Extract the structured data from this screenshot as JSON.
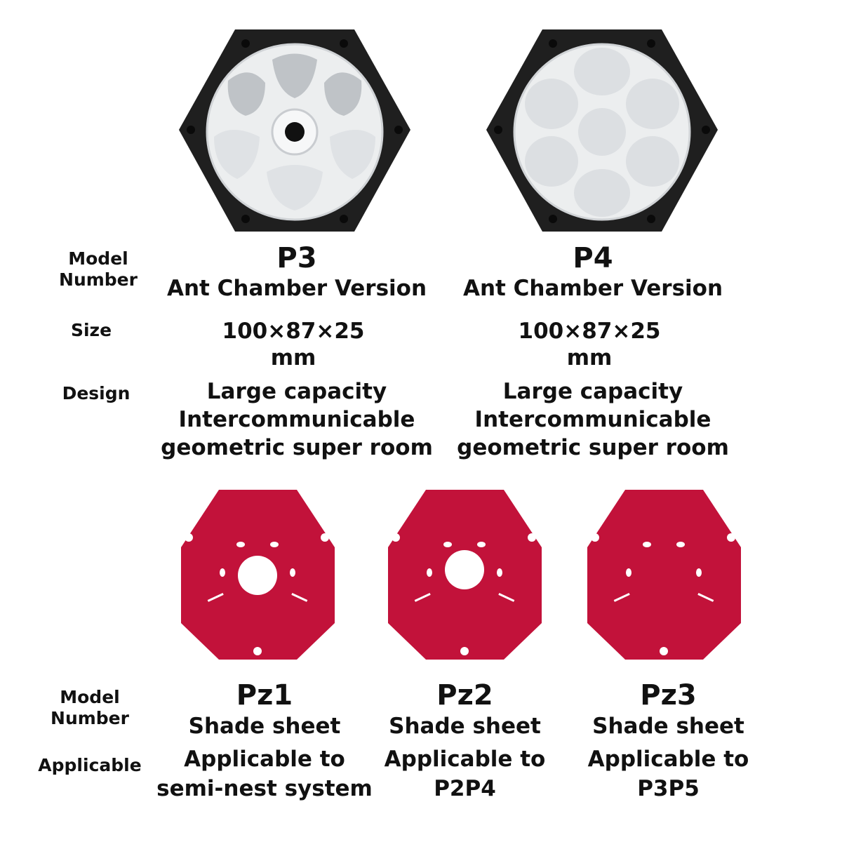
{
  "colors": {
    "housing": "#1f1f1f",
    "tray": "#eceeef",
    "chamber": "#d9dcdf",
    "sheet": "#c2123a",
    "text": "#111111"
  },
  "top": {
    "labels": {
      "model_line1": "Model",
      "model_line2": "Number",
      "size": "Size",
      "design": "Design"
    },
    "products": [
      {
        "image_icon": "hexagon-nest-p3-photo",
        "model": "P3",
        "version": "Ant Chamber Version",
        "size_line1": "100×87×25",
        "size_line2": "mm",
        "design_line1": "Large capacity",
        "design_line2": "Intercommunicable",
        "design_line3": "geometric super room"
      },
      {
        "image_icon": "hexagon-nest-p4-photo",
        "model": "P4",
        "version": "Ant Chamber Version",
        "size_line1": "100×87×25",
        "size_line2": "mm",
        "design_line1": "Large capacity",
        "design_line2": "Intercommunicable",
        "design_line3": "geometric super room"
      }
    ]
  },
  "bottom": {
    "labels": {
      "model_line1": "Model",
      "model_line2": "Number",
      "applicable": "Applicable"
    },
    "sheets": [
      {
        "image_icon": "red-hexagon-shade-sheet-pz1",
        "model": "Pz1",
        "name": "Shade sheet",
        "applicable_line1": "Applicable to",
        "applicable_line2": "semi-nest system"
      },
      {
        "image_icon": "red-hexagon-shade-sheet-pz2",
        "model": "Pz2",
        "name": "Shade sheet",
        "applicable_line1": "Applicable to",
        "applicable_line2": "P2P4"
      },
      {
        "image_icon": "red-hexagon-shade-sheet-pz3",
        "model": "Pz3",
        "name": "Shade sheet",
        "applicable_line1": "Applicable to",
        "applicable_line2": "P3P5"
      }
    ]
  }
}
